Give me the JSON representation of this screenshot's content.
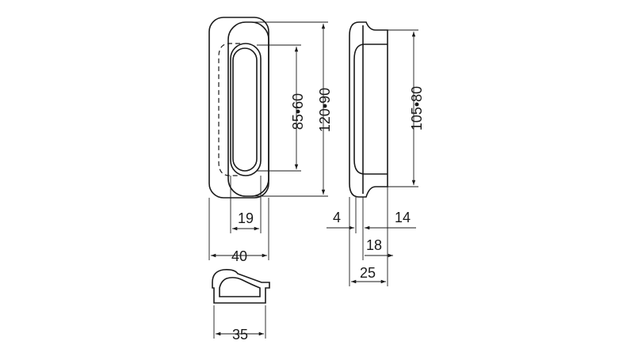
{
  "dimensions": {
    "front_length": "85•60",
    "front_overall_height": "120•90",
    "front_grip_width": "19",
    "front_overall_width": "40",
    "section_width": "35",
    "side_height": "105•80",
    "side_offset": "4",
    "side_flange": "14",
    "side_depth": "18",
    "side_total_depth": "25"
  },
  "colors": {
    "line": "#1a1a1a",
    "background": "#ffffff"
  }
}
